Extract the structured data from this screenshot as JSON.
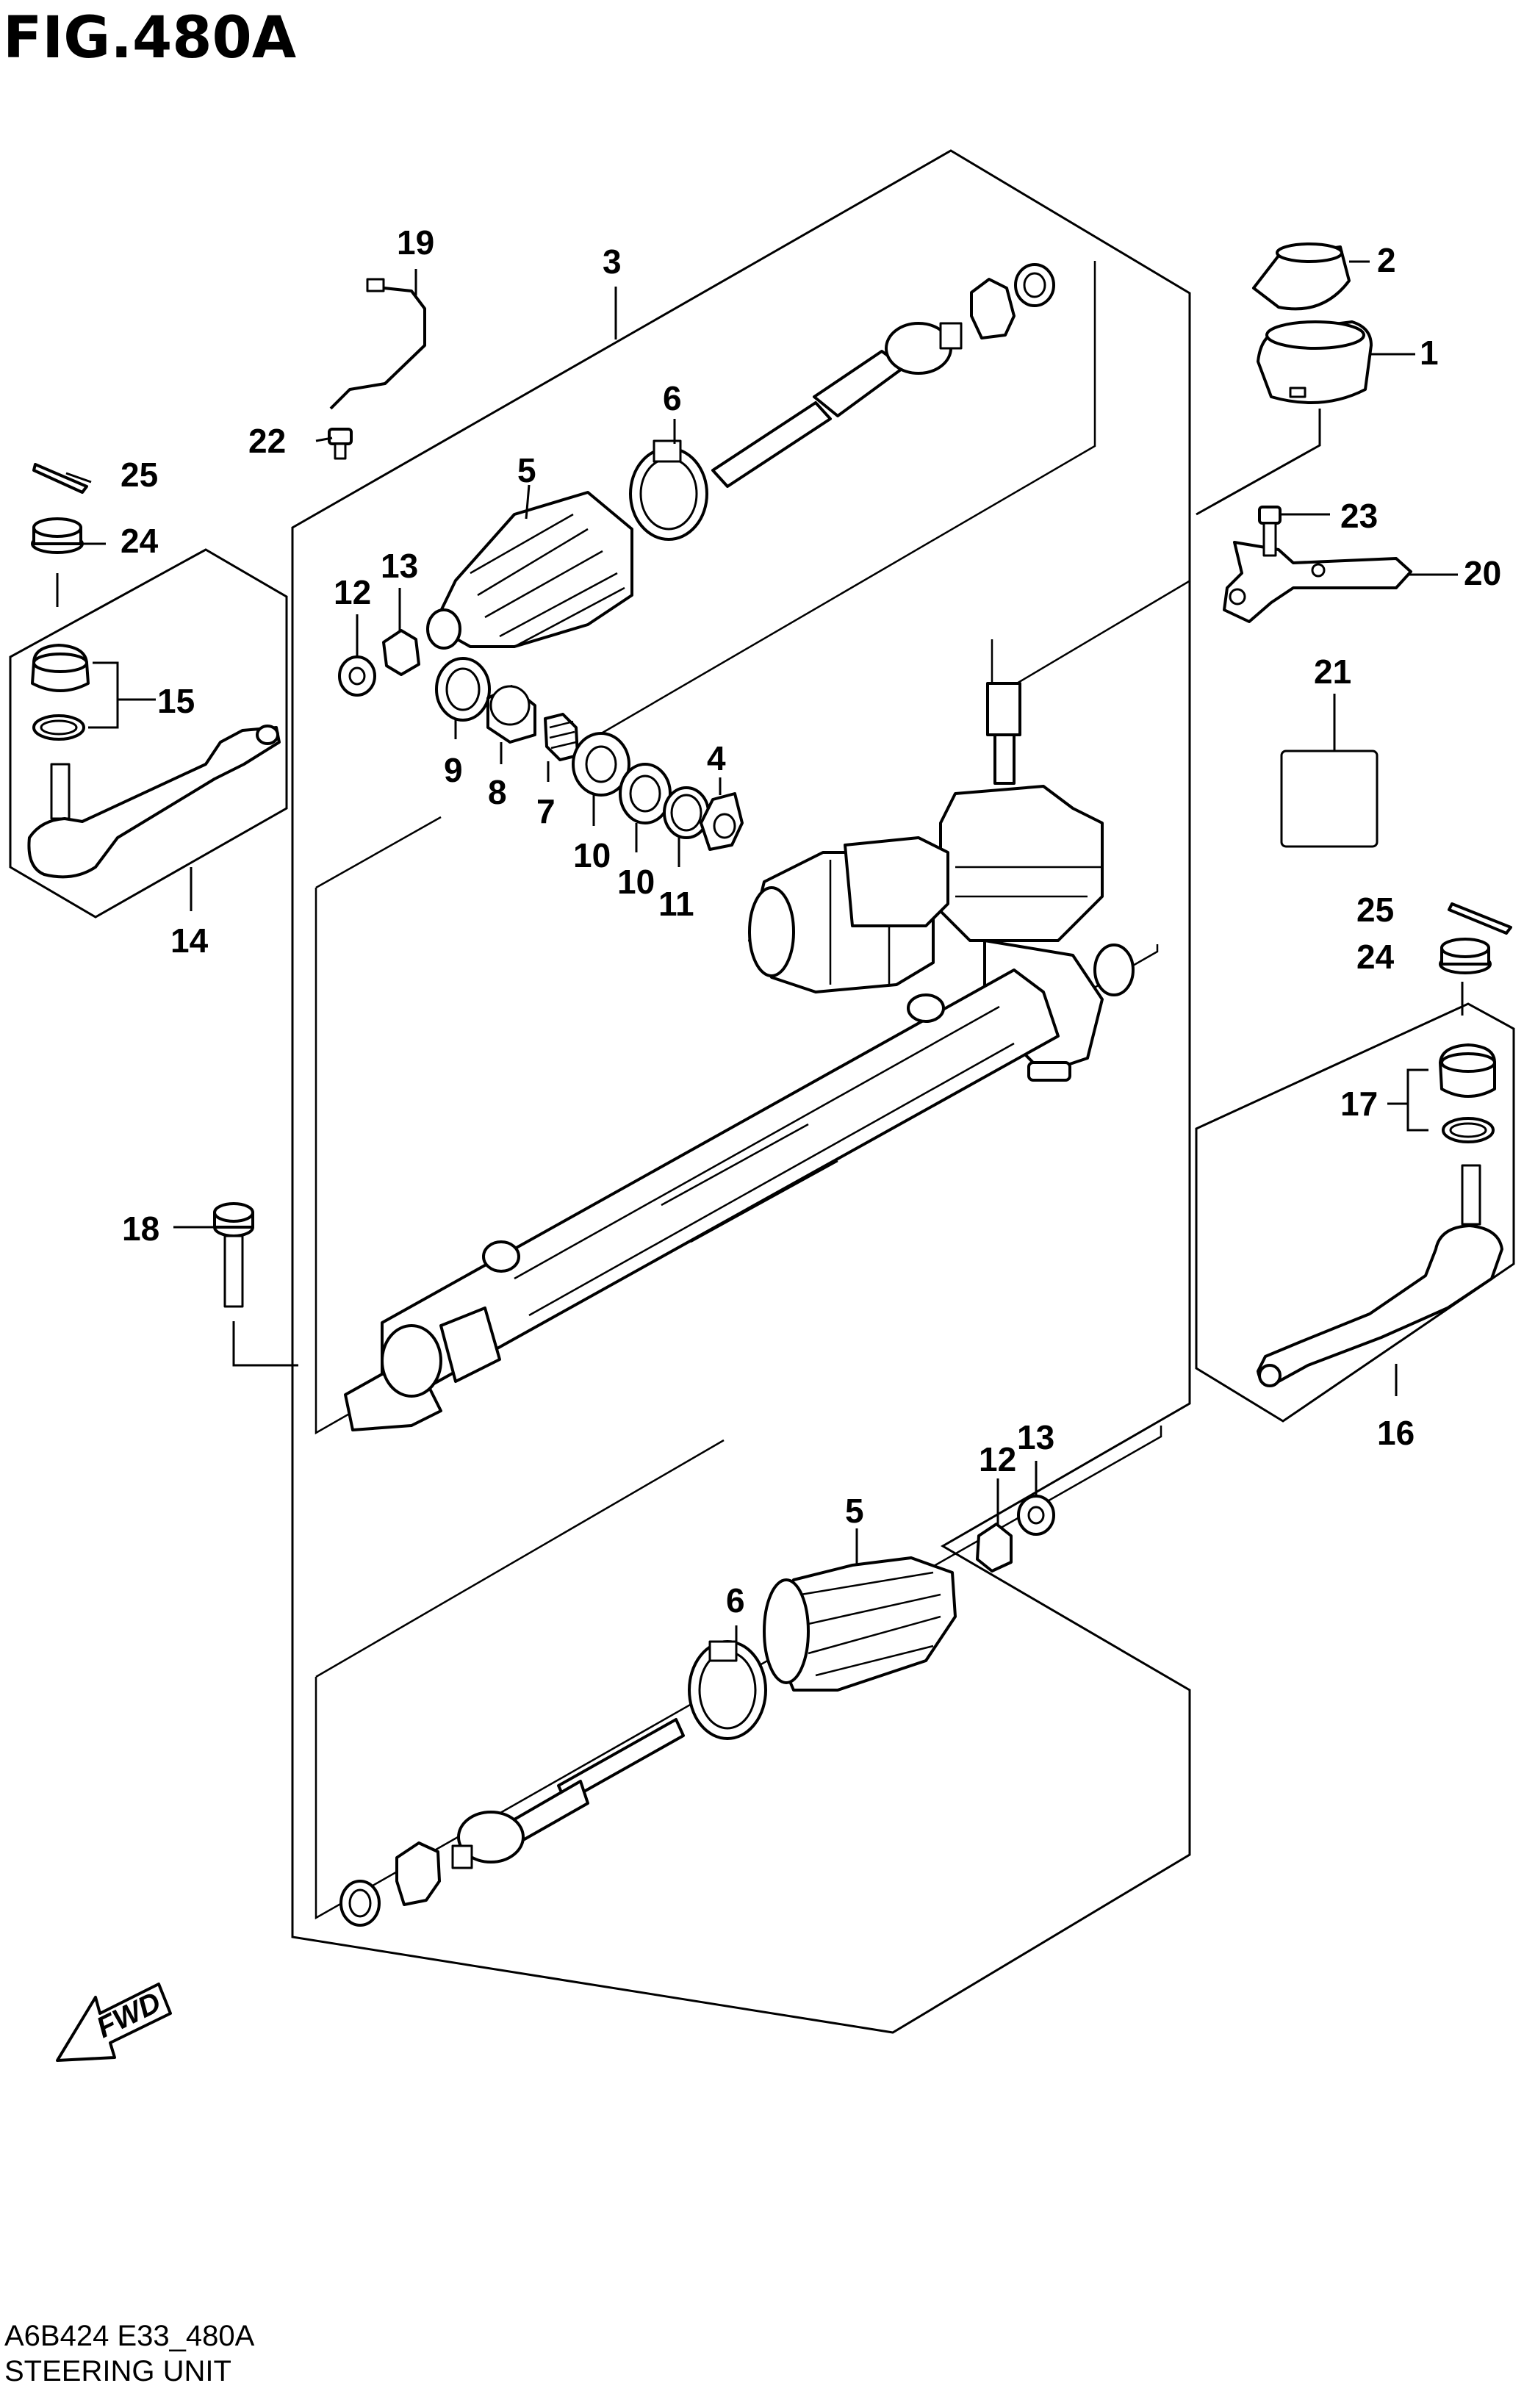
{
  "figure": {
    "title": "FIG.480A",
    "code": "A6B424 E33_480A",
    "name": "STEERING UNIT",
    "fwd_label": "FWD"
  },
  "callouts": {
    "c1": "1",
    "c2": "2",
    "c3": "3",
    "c4": "4",
    "c5a": "5",
    "c5b": "5",
    "c6a": "6",
    "c6b": "6",
    "c7": "7",
    "c8": "8",
    "c9": "9",
    "c10a": "10",
    "c10b": "10",
    "c11": "11",
    "c12a": "12",
    "c12b": "12",
    "c13a": "13",
    "c13b": "13",
    "c14": "14",
    "c15": "15",
    "c16": "16",
    "c17": "17",
    "c18": "18",
    "c19": "19",
    "c20": "20",
    "c21": "21",
    "c22": "22",
    "c23": "23",
    "c24a": "24",
    "c24b": "24",
    "c25a": "25",
    "c25b": "25"
  }
}
